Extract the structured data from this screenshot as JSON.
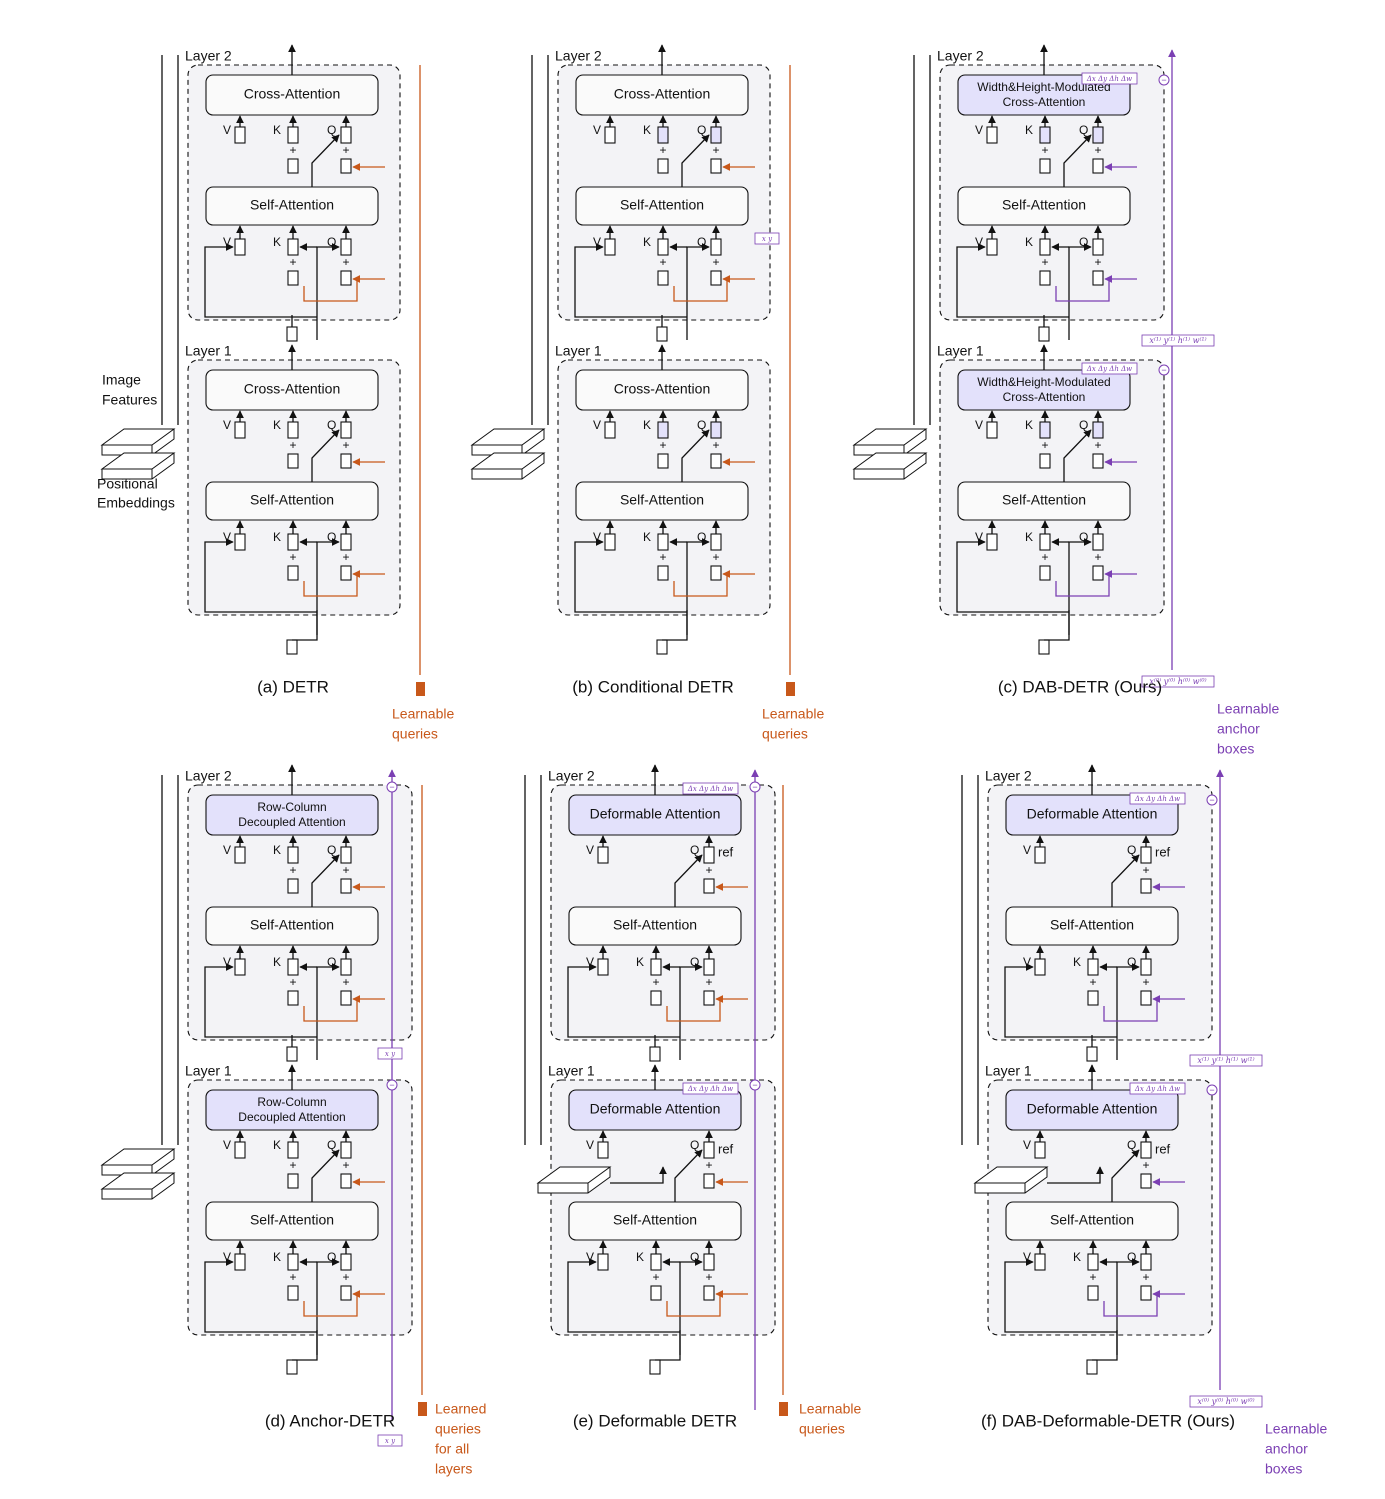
{
  "colors": {
    "black": "#111111",
    "orange": "#c8581a",
    "purple": "#7b3fb3",
    "layerBg": "#f3f3f6",
    "attnFill": "#fafafa",
    "highlight": "#e3e1fb"
  },
  "labels": {
    "layer2": "Layer 2",
    "layer1": "Layer 1",
    "cross": "Cross-Attention",
    "self": "Self-Attention",
    "whm1": "Width&Height-Modulated",
    "whm2": "Cross-Attention",
    "rc1": "Row-Column",
    "rc2": "Decoupled Attention",
    "deform": "Deformable Attention",
    "v": "V",
    "k": "K",
    "q": "Q",
    "plus": "+",
    "ref": "ref",
    "img1": "Image",
    "img2": "Features",
    "pos1": "Positional",
    "pos2": "Embeddings",
    "lq1": "Learnable",
    "lq2": "queries",
    "la1": "Learnable",
    "la2": "anchor",
    "la3": "boxes",
    "ld1": "Learned",
    "ld2": "queries",
    "ld3": "for all",
    "ld4": "layers",
    "xy": "x y",
    "hw": "h w",
    "xywh0": "x⁽⁰⁾ y⁽⁰⁾ h⁽⁰⁾ w⁽⁰⁾",
    "xywh1": "x⁽¹⁾ y⁽¹⁾ h⁽¹⁾ w⁽¹⁾",
    "delta": "Δx Δy Δh Δw",
    "sin": "~",
    "dot": "•",
    "minus": "−"
  },
  "captions": {
    "a": "(a) DETR",
    "b": "(b) Conditional DETR",
    "c": "(c) DAB-DETR (Ours)",
    "d": "(d) Anchor-DETR",
    "e": "(e) Deformable DETR",
    "f": "(f) DAB-Deformable-DETR (Ours)"
  }
}
